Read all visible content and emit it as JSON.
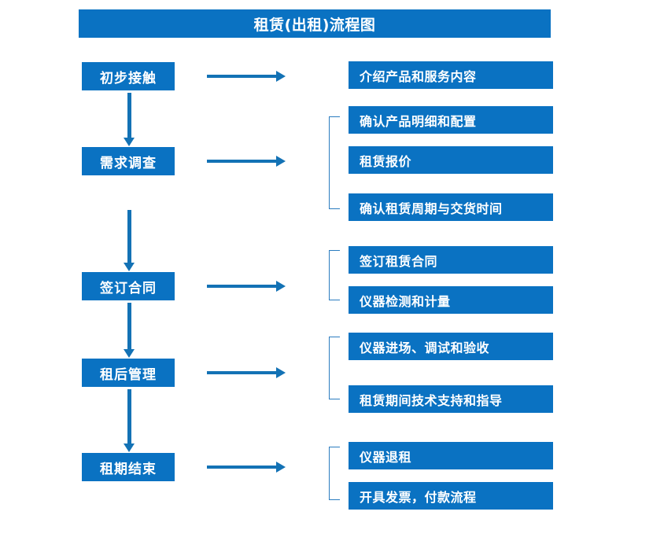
{
  "title": {
    "text": "租赁(出租)流程图"
  },
  "colors": {
    "box_blue": "#0a72c2",
    "arrow_blue": "#1372b5",
    "bracket_blue": "#2a7cc0",
    "text_white": "#ffffff",
    "background": "#ffffff"
  },
  "chart_data": {
    "type": "diagram",
    "title": "租赁(出租)流程图",
    "orientation": "vertical-with-branches",
    "stages": [
      {
        "label": "初步接触",
        "details": [
          "介绍产品和服务内容"
        ],
        "bracketed": false
      },
      {
        "label": "需求调查",
        "details": [
          "确认产品明细和配置",
          "租赁报价",
          "确认租赁周期与交货时间"
        ],
        "bracketed": true
      },
      {
        "label": "签订合同",
        "details": [
          "签订租赁合同",
          "仪器检测和计量"
        ],
        "bracketed": true
      },
      {
        "label": "租后管理",
        "details": [
          "仪器进场、调试和验收",
          "租赁期间技术支持和指导"
        ],
        "bracketed": true
      },
      {
        "label": "租期结束",
        "details": [
          "仪器退租",
          "开具发票，付款流程"
        ],
        "bracketed": true
      }
    ]
  },
  "stages": [
    {
      "label": "初步接触"
    },
    {
      "label": "需求调查"
    },
    {
      "label": "签订合同"
    },
    {
      "label": "租后管理"
    },
    {
      "label": "租期结束"
    }
  ],
  "details": {
    "g1": [
      {
        "label": "介绍产品和服务内容"
      }
    ],
    "g2": [
      {
        "label": "确认产品明细和配置"
      },
      {
        "label": "租赁报价"
      },
      {
        "label": "确认租赁周期与交货时间"
      }
    ],
    "g3": [
      {
        "label": "签订租赁合同"
      },
      {
        "label": "仪器检测和计量"
      }
    ],
    "g4": [
      {
        "label": "仪器进场、调试和验收"
      },
      {
        "label": "租赁期间技术支持和指导"
      }
    ],
    "g5": [
      {
        "label": "仪器退租"
      },
      {
        "label": "开具发票，付款流程"
      }
    ]
  }
}
